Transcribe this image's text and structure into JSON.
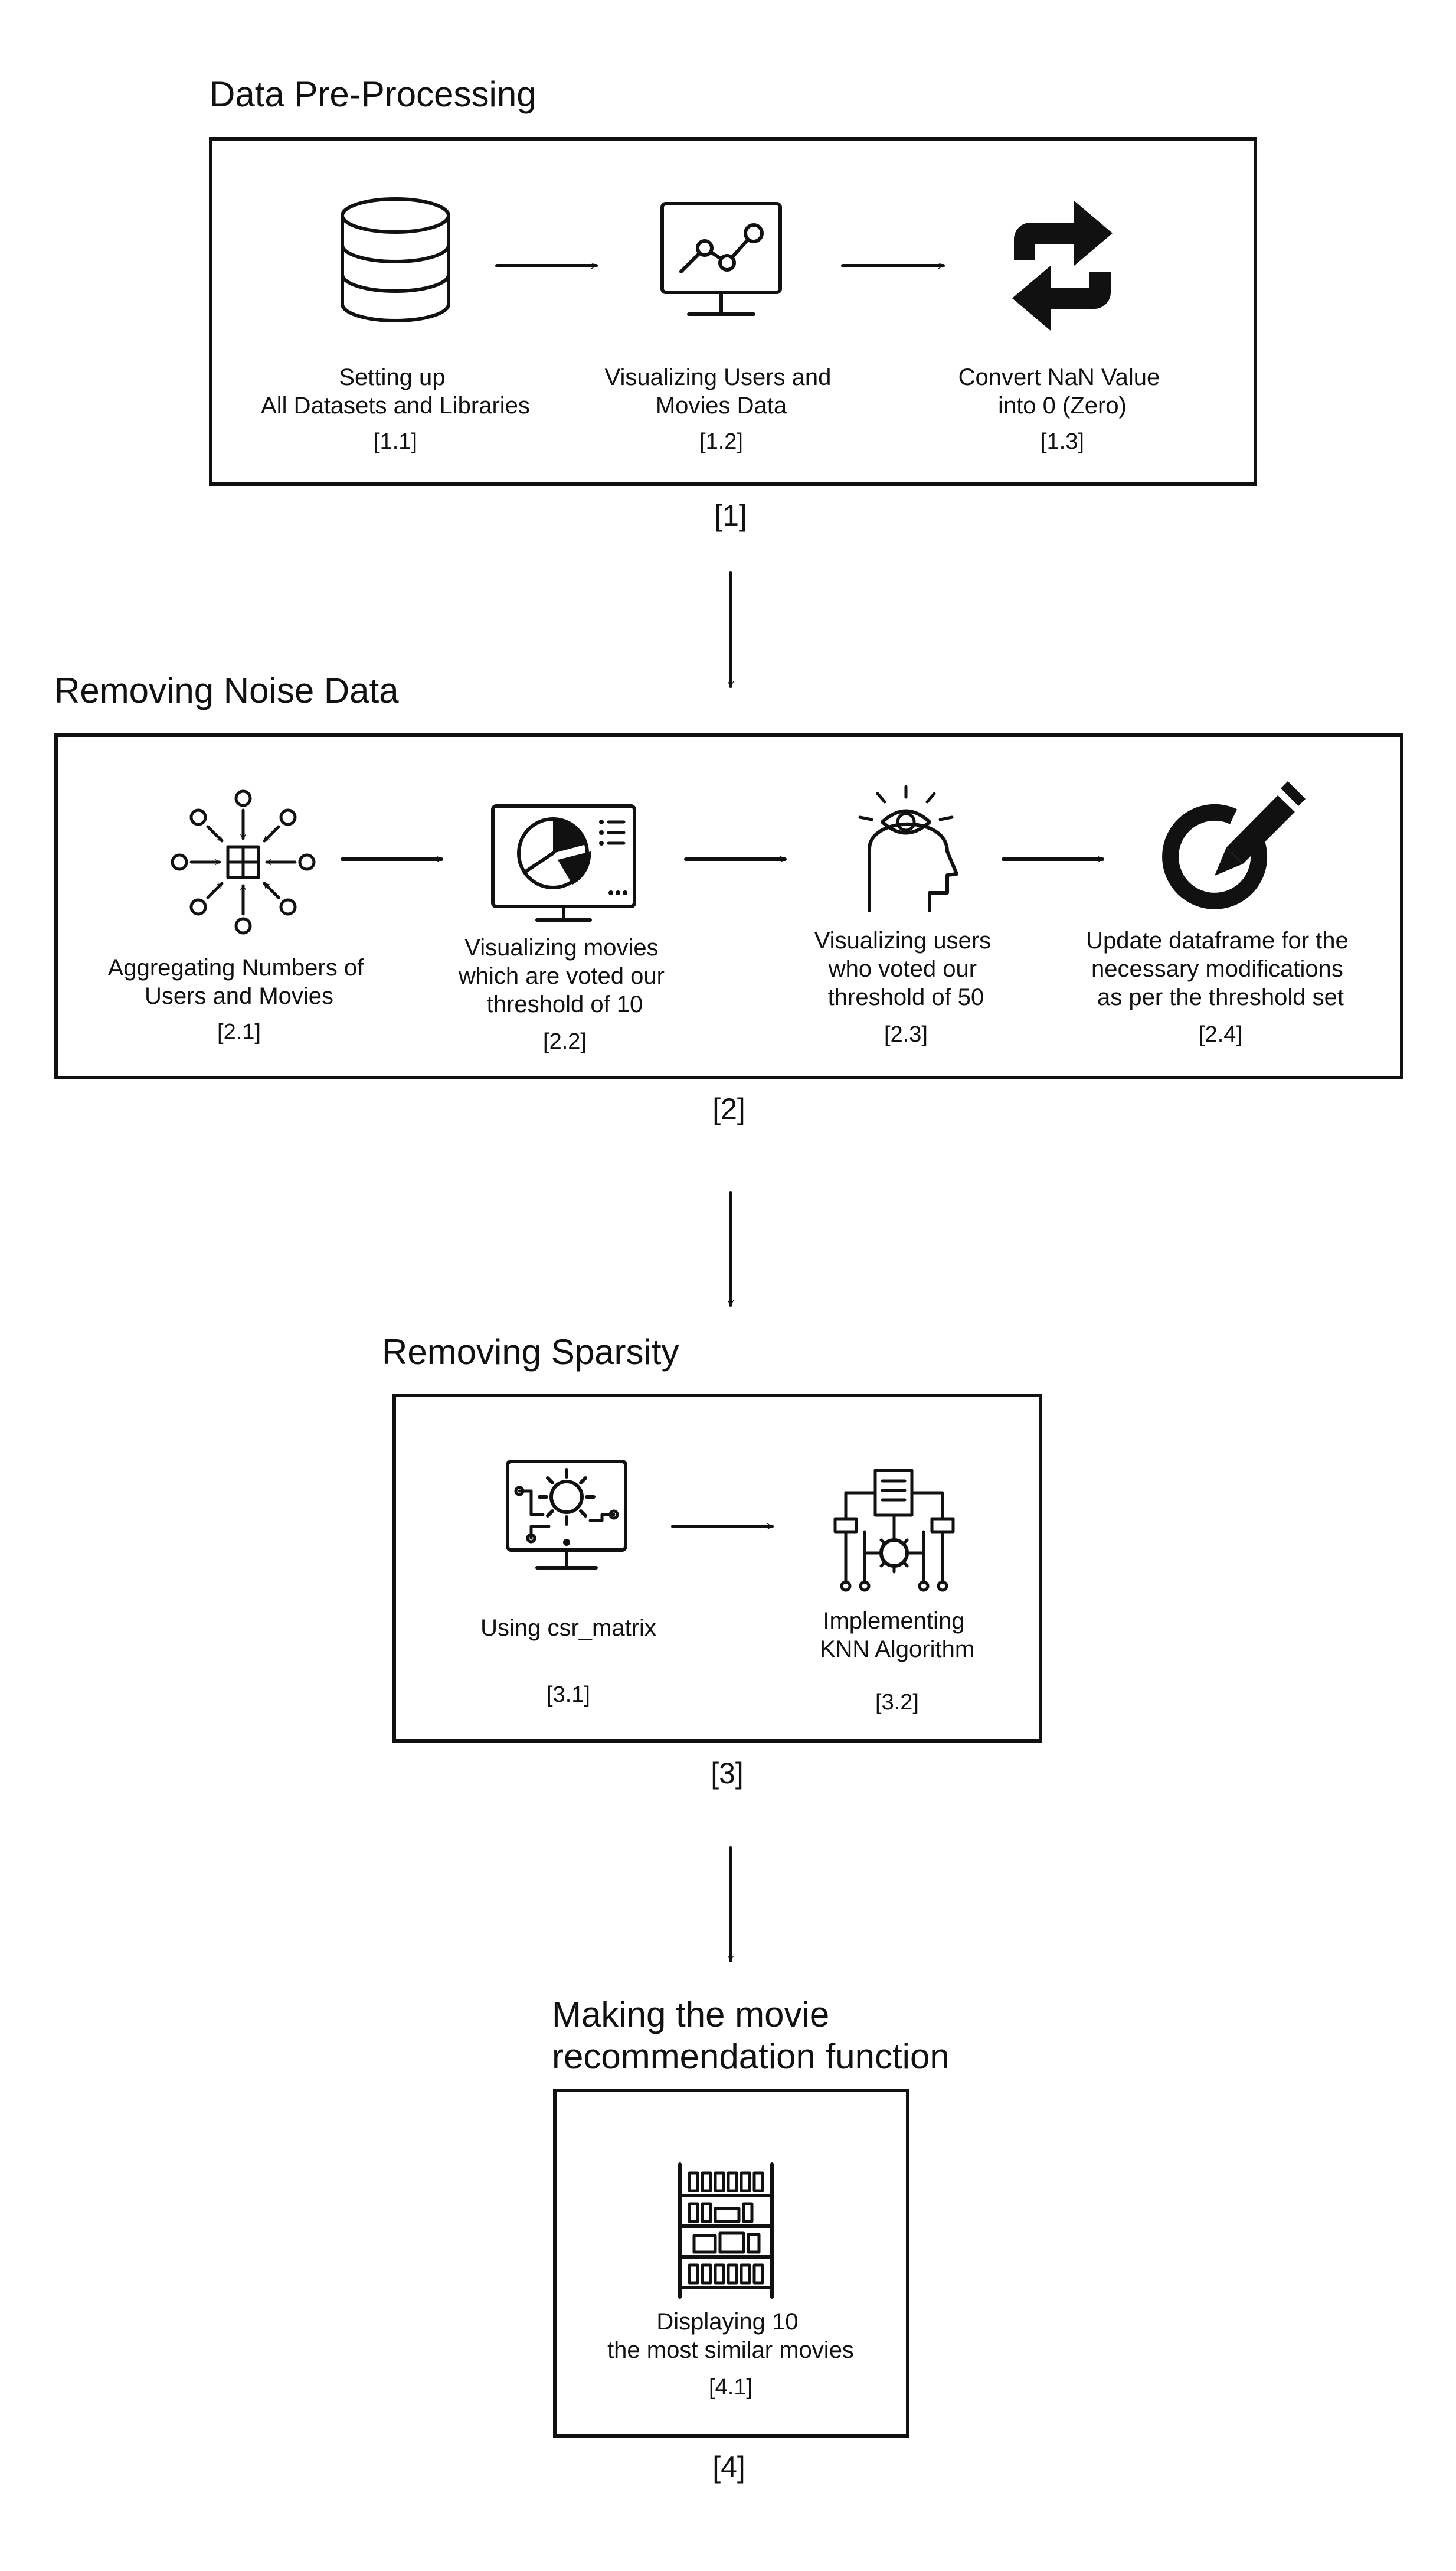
{
  "sections": [
    {
      "title": "Data Pre-Processing",
      "ref": "[1]",
      "steps": [
        {
          "icon": "database-icon",
          "caption": [
            "Setting up",
            "All Datasets and Libraries"
          ],
          "ref": "[1.1]"
        },
        {
          "icon": "monitor-chart-icon",
          "caption": [
            "Visualizing Users and",
            "Movies Data"
          ],
          "ref": "[1.2]"
        },
        {
          "icon": "swap-arrows-icon",
          "caption": [
            "Convert NaN Value",
            "into 0 (Zero)"
          ],
          "ref": "[1.3]"
        }
      ]
    },
    {
      "title": "Removing Noise Data",
      "ref": "[2]",
      "steps": [
        {
          "icon": "aggregate-icon",
          "caption": [
            "Aggregating Numbers of",
            "Users and Movies"
          ],
          "ref": "[2.1]"
        },
        {
          "icon": "monitor-pie-chart-icon",
          "caption": [
            "Visualizing movies",
            "which are voted our",
            "threshold of 10"
          ],
          "ref": "[2.2]"
        },
        {
          "icon": "head-eye-icon",
          "caption": [
            "Visualizing users",
            "who voted our",
            "threshold of 50"
          ],
          "ref": "[2.3]"
        },
        {
          "icon": "pencil-update-icon",
          "caption": [
            "Update dataframe for the",
            "necessary modifications",
            "as per the threshold set"
          ],
          "ref": "[2.4]"
        }
      ]
    },
    {
      "title": "Removing Sparsity",
      "ref": "[3]",
      "steps": [
        {
          "icon": "monitor-gear-icon",
          "caption": [
            "Using csr_matrix"
          ],
          "ref": "[3.1]"
        },
        {
          "icon": "algorithm-icon",
          "caption": [
            "Implementing",
            "KNN Algorithm"
          ],
          "ref": "[3.2]"
        }
      ]
    },
    {
      "title": [
        "Making the movie",
        "recommendation function"
      ],
      "ref": "[4]",
      "steps": [
        {
          "icon": "shelf-icon",
          "caption": [
            "Displaying 10",
            "the most similar movies"
          ],
          "ref": "[4.1]"
        }
      ]
    }
  ]
}
